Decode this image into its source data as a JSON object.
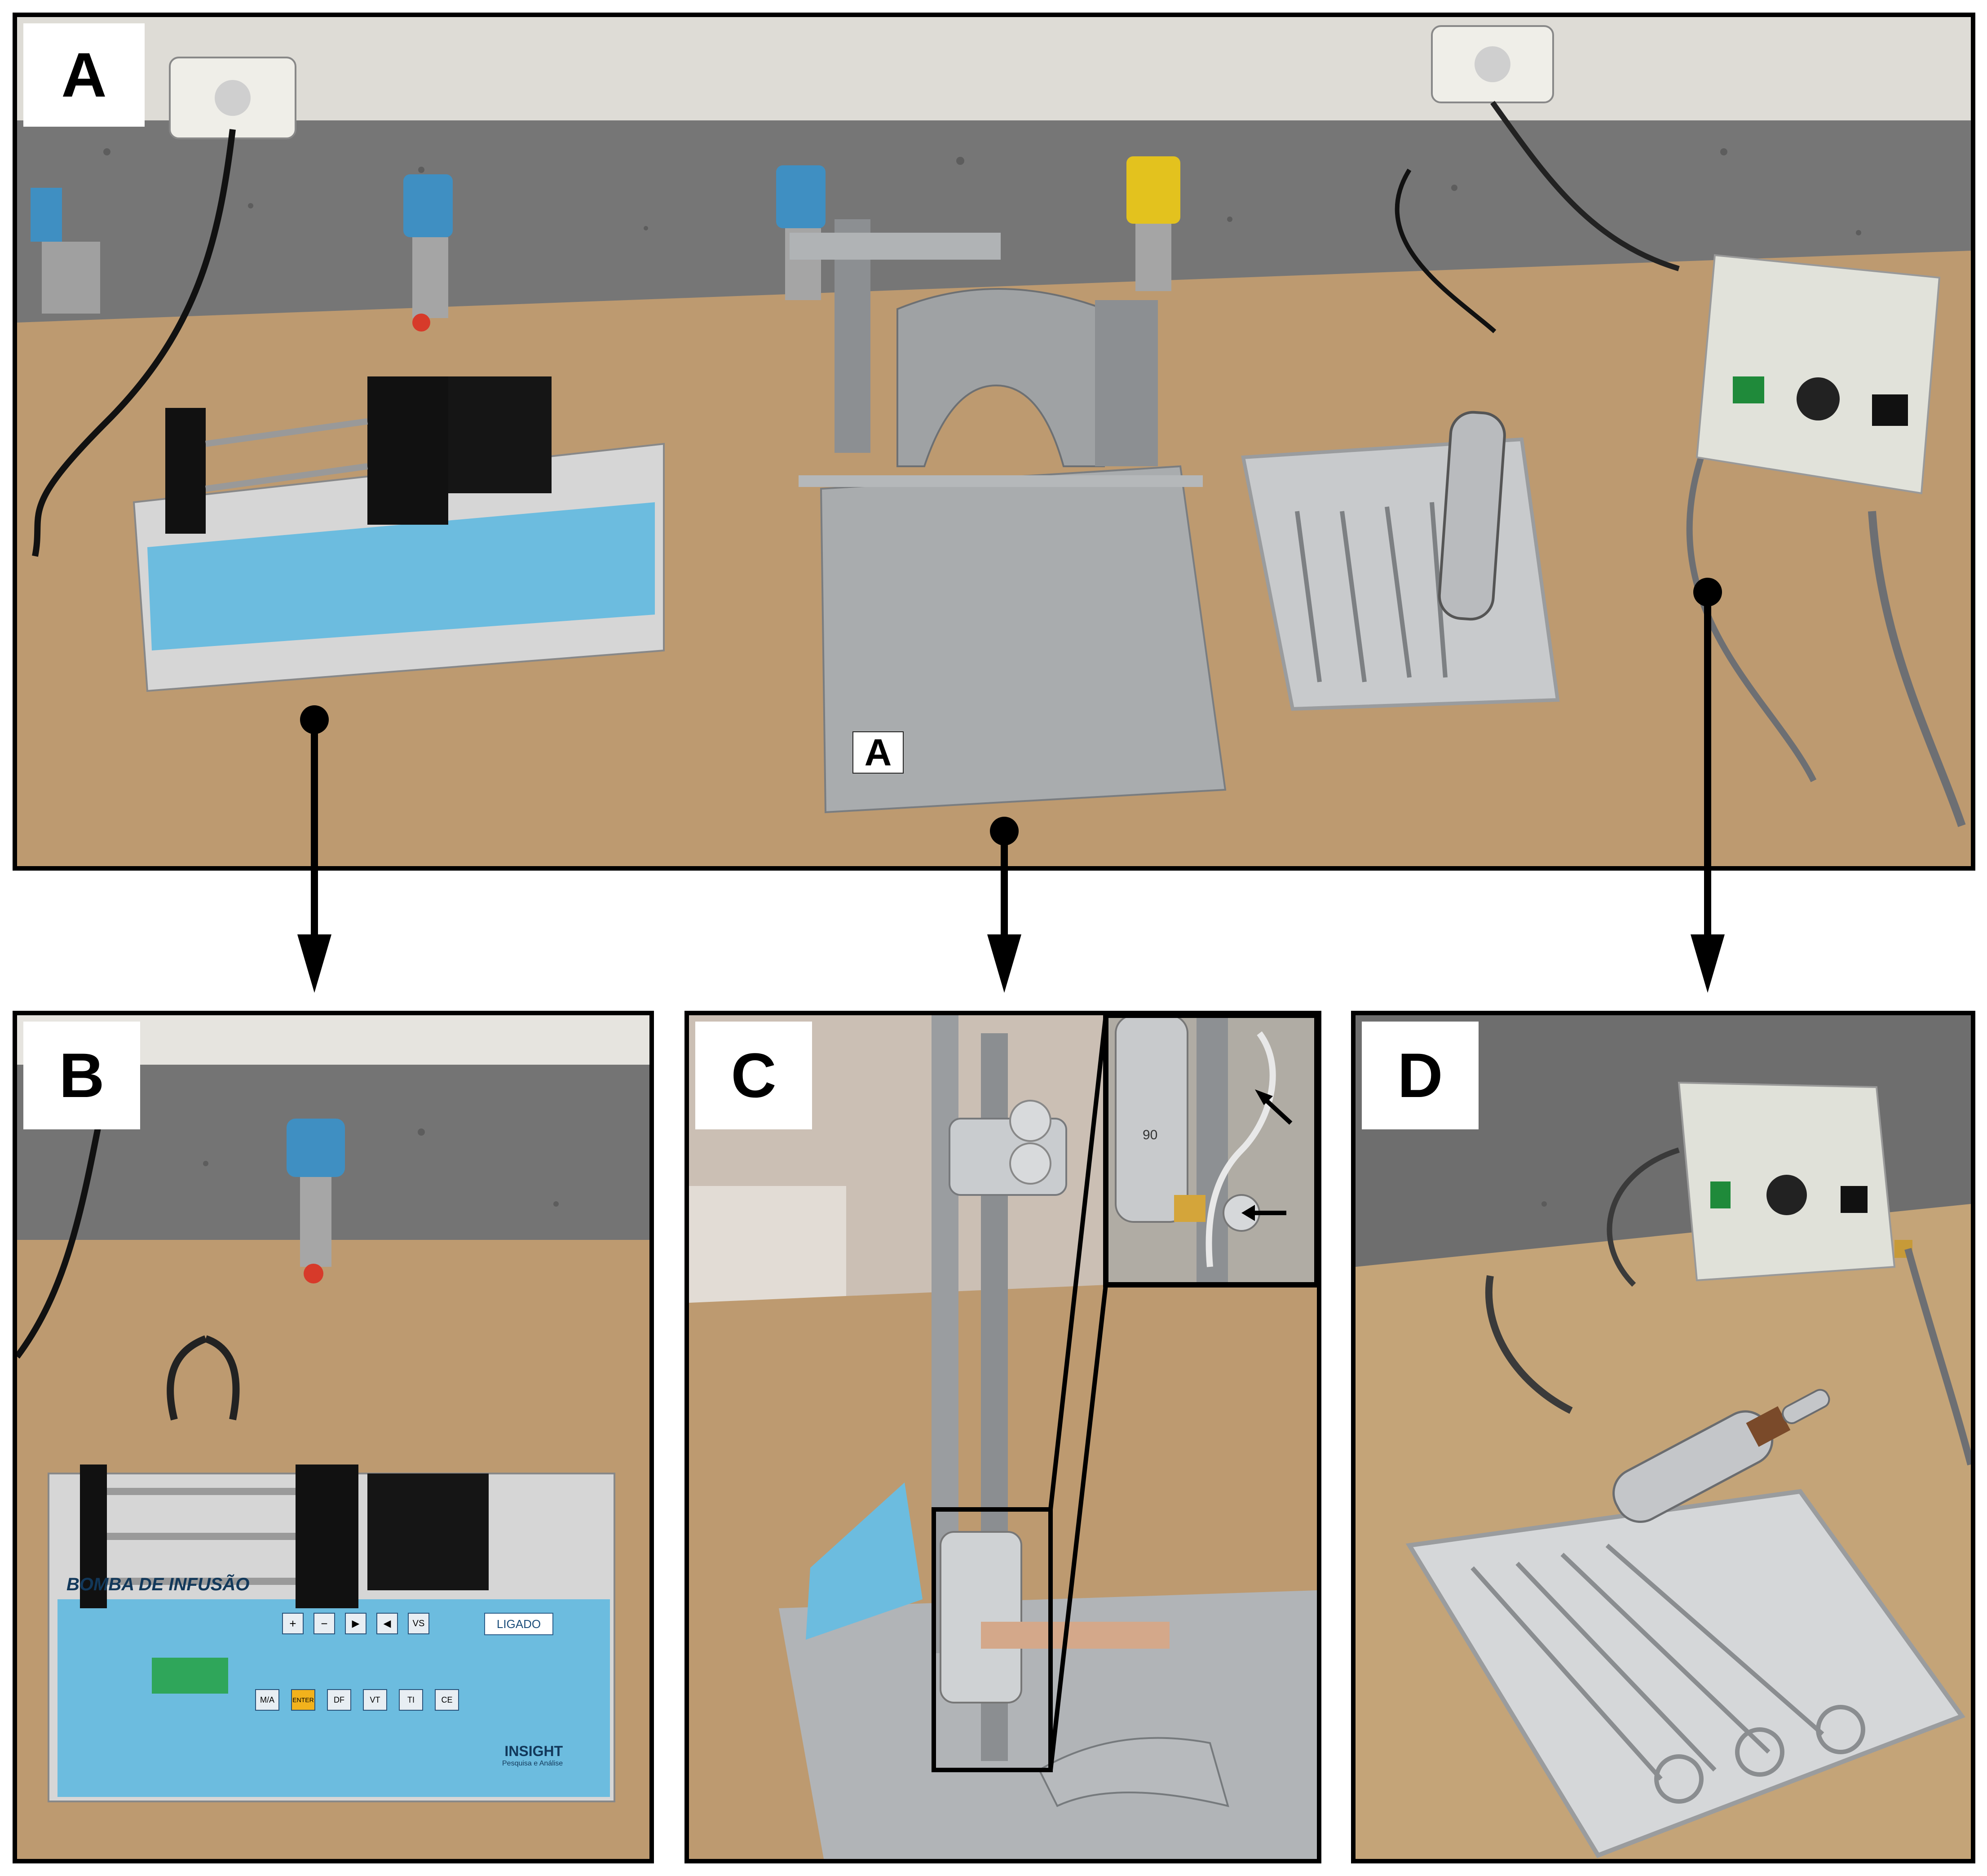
{
  "panels": {
    "a": {
      "label": "A",
      "stereotaxic_tag": "A"
    },
    "b": {
      "label": "B",
      "pump": {
        "brand_title": "BOMBA DE INFUSÃO",
        "power_button": "LIGADO",
        "maker": "INSIGHT",
        "maker_sub": "Pesquisa e Análise",
        "keys": [
          "+",
          "−",
          "▶",
          "◀",
          "VS"
        ],
        "func_keys": [
          "M/A",
          "ENTER",
          "DF",
          "VT",
          "TI",
          "CE"
        ]
      }
    },
    "c": {
      "label": "C",
      "scale_reading": "90"
    },
    "d": {
      "label": "D"
    }
  },
  "colors": {
    "bench": "#b89468",
    "granite": "#6b6b6b",
    "pump_panel": "#5fb2d4",
    "frame_metal": "#a7a9ab",
    "border": "#000000"
  }
}
